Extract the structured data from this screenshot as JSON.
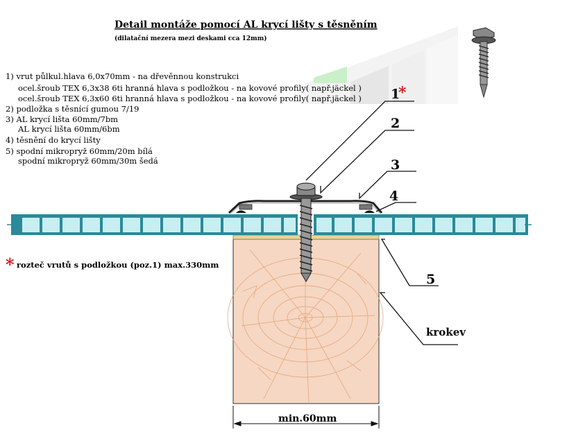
{
  "title": "Detail montáže pomocí AL krycí lišty s těsněním",
  "subtitle": "(dilatační mezera mezi deskami cca 12mm)",
  "legend": [
    {
      "text": "1)   vrut půlkul.hlava 6,0x70mm - na dřevěnnou konstrukci"
    },
    {
      "text": "ocel.šroub TEX 6,3x38 6ti hranná hlava s podložkou - na kovové profily( např.jäckel )"
    },
    {
      "text": "ocel.šroub TEX 6,3x60 6ti hranná hlava s podložkou - na kovové profily( např.jäckel )"
    },
    {
      "text": "2)   podložka s těsnící gumou 7/19"
    },
    {
      "text": "3)   AL krycí lišta 60mm/7bm"
    },
    {
      "text": "AL krycí lišta 60mm/6bm"
    },
    {
      "text": "4)   těsnění do krycí lišty"
    },
    {
      "text": "5)   spodní mikropryž 60mm/20m bílá"
    },
    {
      "text": "spodní mikropryž 60mm/30m šedá"
    }
  ],
  "note": {
    "star": "*",
    "text": "rozteč vrutů  s podložkou (poz.1) max.330mm"
  },
  "callouts": {
    "c1": "1",
    "c1_star": "*",
    "c2": "2",
    "c3": "3",
    "c4": "4",
    "c5": "5",
    "rafter": "krokev"
  },
  "dimension": "min.60mm",
  "colors": {
    "panel_cell": "#c8eef2",
    "panel_stroke": "#2a8a9a",
    "wood": "#f5d7c3",
    "wood_grain": "#e8a070",
    "foam": "#e8d49a",
    "star": "#d11a1a"
  }
}
